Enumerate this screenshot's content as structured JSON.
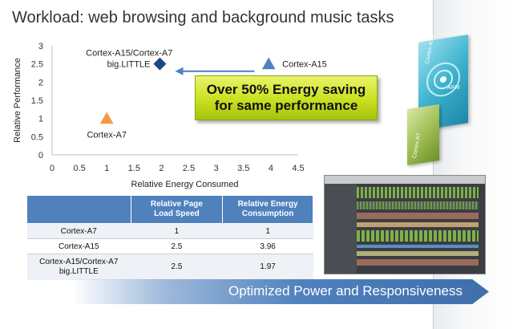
{
  "slide": {
    "title": "Workload: web browsing and background music tasks",
    "callout_line1": "Over 50% Energy saving",
    "callout_line2": "for same performance",
    "banner": "Optimized Power and Responsiveness"
  },
  "chart_data": {
    "type": "scatter",
    "title": "",
    "xlabel": "Relative Energy Consumed",
    "ylabel": "Relative Performance",
    "xlim": [
      0,
      4.5
    ],
    "ylim": [
      0,
      3
    ],
    "xticks": [
      "0",
      "0.5",
      "1",
      "1.5",
      "2",
      "2.5",
      "3",
      "3.5",
      "4",
      "4.5"
    ],
    "yticks": [
      "0",
      "0.5",
      "1",
      "1.5",
      "2",
      "2.5",
      "3"
    ],
    "grid": false,
    "points": [
      {
        "label": "Cortex-A7",
        "x": 1,
        "y": 1,
        "marker": "triangle",
        "color": "#f79646"
      },
      {
        "label": "Cortex-A15",
        "x": 3.96,
        "y": 2.5,
        "marker": "triangle",
        "color": "#4f81bd"
      },
      {
        "label_line1": "Cortex-A15/Cortex-A7",
        "label_line2": "big.LITTLE",
        "x": 1.97,
        "y": 2.5,
        "marker": "diamond",
        "color": "#1f497d"
      }
    ],
    "arrow": {
      "from_x": 3.7,
      "to_x": 2.25,
      "y": 2.3,
      "color": "#4f81bd"
    }
  },
  "table": {
    "headers": [
      "",
      "Relative Page Load Speed",
      "Relative Energy Consumption"
    ],
    "header_line1": [
      "",
      "Relative Page",
      "Relative Energy"
    ],
    "header_line2": [
      "",
      "Load Speed",
      "Consumption"
    ],
    "rows": [
      {
        "name": "Cortex-A7",
        "speed": "1",
        "energy": "1"
      },
      {
        "name": "Cortex-A15",
        "speed": "2.5",
        "energy": "3.96"
      },
      {
        "name_line1": "Cortex-A15/Cortex-A7",
        "name_line2": "big.LITTLE",
        "speed": "2.5",
        "energy": "1.97"
      }
    ]
  },
  "graphics": {
    "chip_a15_label": "Cortex-A15",
    "chip_a7_label": "Cortex-A7",
    "chip_brand": "ARM"
  },
  "colors": {
    "accent": "#4f81bd",
    "callout_green": "#c9e01e",
    "a7_orange": "#f79646",
    "biglittle_navy": "#1f497d"
  }
}
